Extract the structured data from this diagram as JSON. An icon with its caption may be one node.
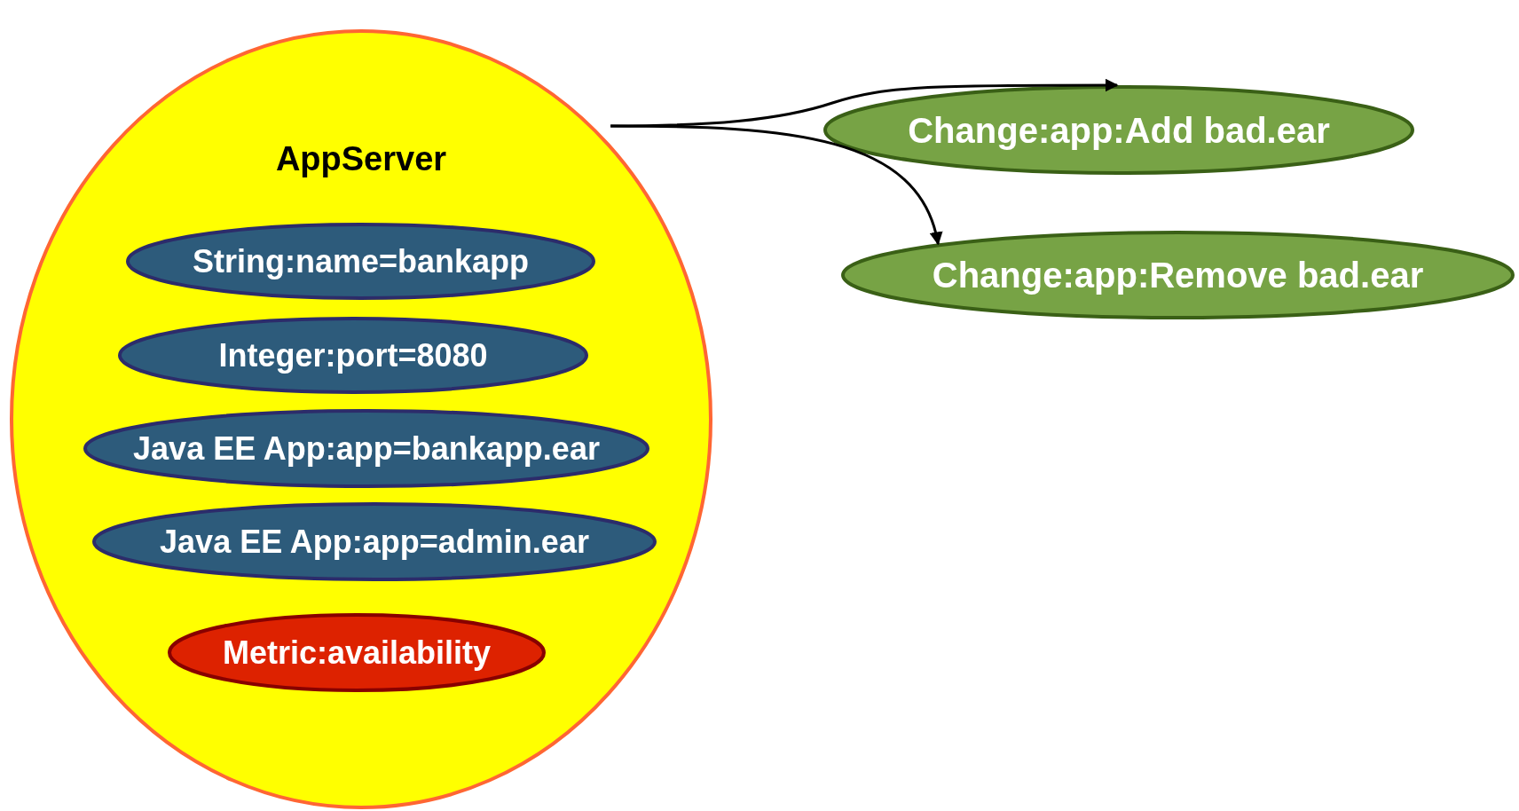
{
  "diagram": {
    "nodes": [
      {
        "text": [
          "AppServer"
        ]
      },
      {
        "text": [
          "String:name=bankapp"
        ],
        "in": 0
      },
      {
        "text": [
          "Integer:port=8080"
        ],
        "in": 0
      },
      {
        "text": [
          "Java EE App:app=bankapp.ear"
        ],
        "in": 0
      },
      {
        "text": [
          "Java EE App:app=admin.ear"
        ],
        "in": 0
      },
      {
        "text": [
          "Metric:availability"
        ],
        "in": 0
      },
      {
        "text": [
          "Change:app:Add bad.ear"
        ]
      },
      {
        "text": [
          "Change:app:Remove bad.ear"
        ]
      }
    ],
    "edges": [
      {
        "from": 0,
        "to": 6,
        "arrow": "to"
      },
      {
        "from": 0,
        "to": 7,
        "arrow": "to"
      }
    ]
  }
}
